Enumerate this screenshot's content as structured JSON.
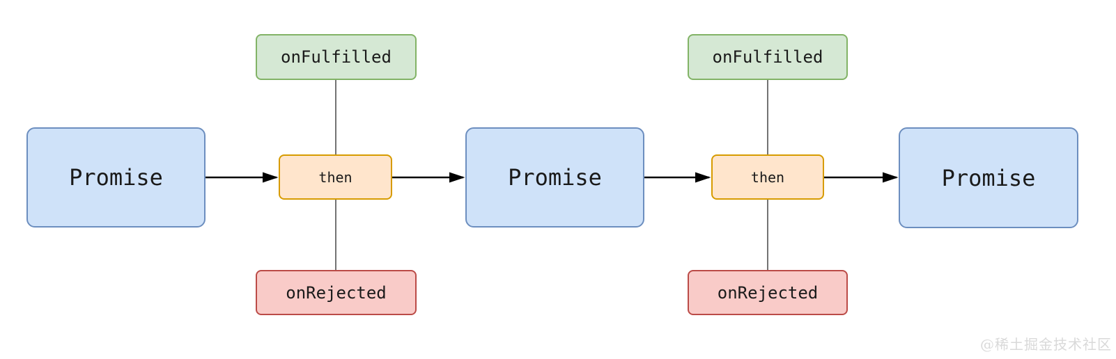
{
  "diagram": {
    "type": "flowchart",
    "description": "Promise chaining: each Promise flows through then() to the next Promise; every then has onFulfilled and onRejected handlers attached",
    "nodes": [
      {
        "id": "promise-1",
        "label": "Promise",
        "kind": "promise"
      },
      {
        "id": "then-1",
        "label": "then",
        "kind": "then"
      },
      {
        "id": "onfulfilled-1",
        "label": "onFulfilled",
        "kind": "fulfilled"
      },
      {
        "id": "onrejected-1",
        "label": "onRejected",
        "kind": "rejected"
      },
      {
        "id": "promise-2",
        "label": "Promise",
        "kind": "promise"
      },
      {
        "id": "then-2",
        "label": "then",
        "kind": "then"
      },
      {
        "id": "onfulfilled-2",
        "label": "onFulfilled",
        "kind": "fulfilled"
      },
      {
        "id": "onrejected-2",
        "label": "onRejected",
        "kind": "rejected"
      },
      {
        "id": "promise-3",
        "label": "Promise",
        "kind": "promise"
      }
    ],
    "edges": [
      {
        "from": "promise-1",
        "to": "then-1",
        "style": "arrow"
      },
      {
        "from": "then-1",
        "to": "promise-2",
        "style": "arrow"
      },
      {
        "from": "promise-2",
        "to": "then-2",
        "style": "arrow"
      },
      {
        "from": "then-2",
        "to": "promise-3",
        "style": "arrow"
      },
      {
        "from": "onfulfilled-1",
        "to": "then-1",
        "style": "line"
      },
      {
        "from": "then-1",
        "to": "onrejected-1",
        "style": "line"
      },
      {
        "from": "onfulfilled-2",
        "to": "then-2",
        "style": "line"
      },
      {
        "from": "then-2",
        "to": "onrejected-2",
        "style": "line"
      }
    ],
    "colors": {
      "promise_fill": "#cfe2f9",
      "promise_border": "#6c8ebf",
      "then_fill": "#ffe5cc",
      "then_border": "#d79b00",
      "fulfilled_fill": "#d5e8d4",
      "fulfilled_border": "#82b366",
      "rejected_fill": "#f9cbc8",
      "rejected_border": "#bb4b47",
      "arrow_color": "#000000",
      "connector_color": "#737373"
    }
  },
  "watermark": {
    "text": "@稀土掘金技术社区",
    "color": "#d9d9d9"
  }
}
